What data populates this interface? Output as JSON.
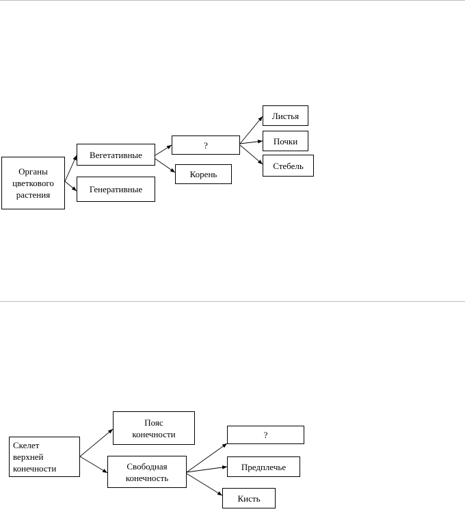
{
  "diagram1": {
    "organs": "Органы\nцветкового\nрастения",
    "vegetative": "Вегетативные",
    "generative": "Генеративные",
    "unknown": "?",
    "root": "Корень",
    "leaves": "Листья",
    "buds": "Почки",
    "stem": "Стебель"
  },
  "diagram2": {
    "skeleton": "Скелет\nверхней\nконечности",
    "girdle": "Пояс\nконечности",
    "free_limb": "Свободная\nконечность",
    "unknown": "?",
    "forearm": "Предплечье",
    "hand": "Кисть"
  }
}
